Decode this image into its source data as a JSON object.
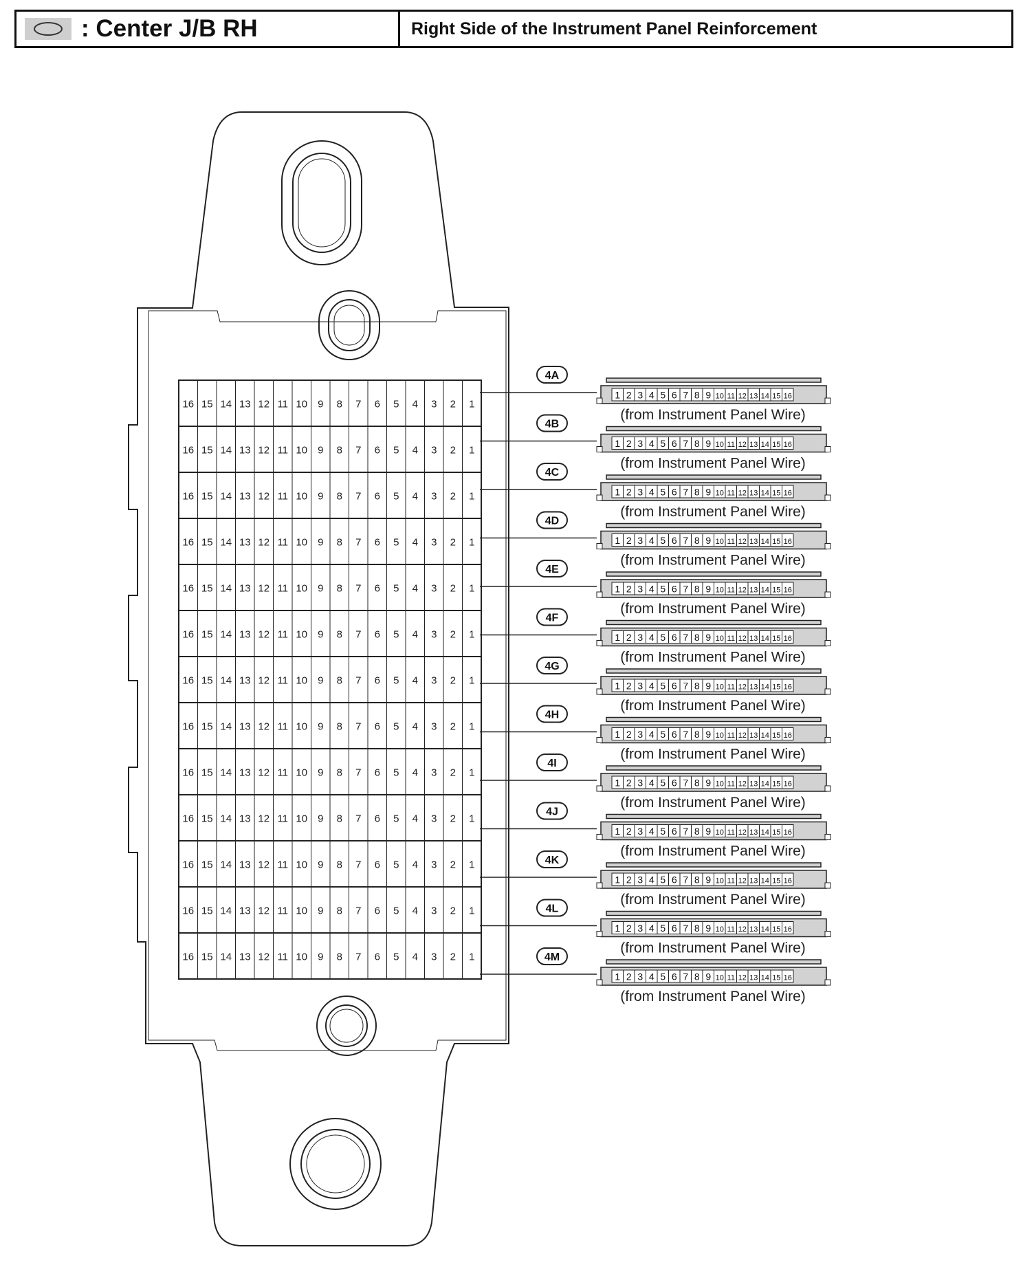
{
  "header": {
    "legend_icon": "grey-oval-swatch",
    "title": ": Center J/B RH",
    "location": "Right Side of the Instrument Panel Reinforcement"
  },
  "junction_block": {
    "row_pins": [
      "16",
      "15",
      "14",
      "13",
      "12",
      "11",
      "10",
      "9",
      "8",
      "7",
      "6",
      "5",
      "4",
      "3",
      "2",
      "1"
    ]
  },
  "connectors": [
    {
      "id": "4A",
      "source": "(from Instrument Panel Wire)"
    },
    {
      "id": "4B",
      "source": "(from Instrument Panel Wire)"
    },
    {
      "id": "4C",
      "source": "(from Instrument Panel Wire)"
    },
    {
      "id": "4D",
      "source": "(from Instrument Panel Wire)"
    },
    {
      "id": "4E",
      "source": "(from Instrument Panel Wire)"
    },
    {
      "id": "4F",
      "source": "(from Instrument Panel Wire)"
    },
    {
      "id": "4G",
      "source": "(from Instrument Panel Wire)"
    },
    {
      "id": "4H",
      "source": "(from Instrument Panel Wire)"
    },
    {
      "id": "4I",
      "source": "(from Instrument Panel Wire)"
    },
    {
      "id": "4J",
      "source": "(from Instrument Panel Wire)"
    },
    {
      "id": "4K",
      "source": "(from Instrument Panel Wire)"
    },
    {
      "id": "4L",
      "source": "(from Instrument Panel Wire)"
    },
    {
      "id": "4M",
      "source": "(from Instrument Panel Wire)"
    }
  ],
  "connector_pins": [
    "1",
    "2",
    "3",
    "4",
    "5",
    "6",
    "7",
    "8",
    "9",
    "10",
    "11",
    "12",
    "13",
    "14",
    "15",
    "16"
  ],
  "colors": {
    "line": "#222222",
    "shading": "#d2d2d2",
    "background": "#ffffff"
  }
}
